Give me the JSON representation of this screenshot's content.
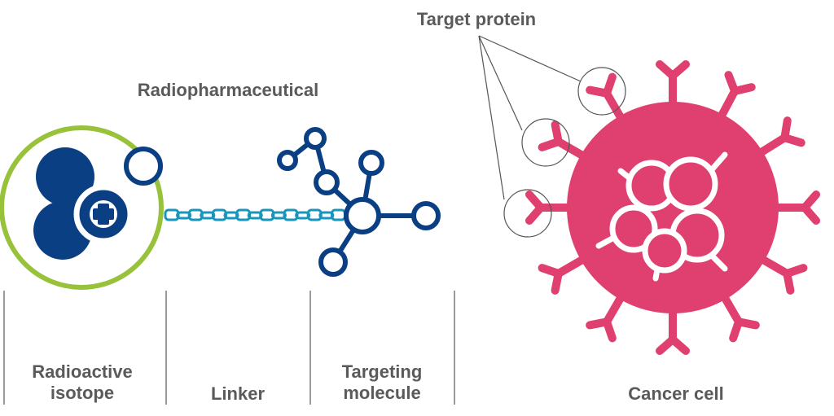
{
  "title": "Radiopharmaceutical",
  "labels": {
    "isotope": [
      "Radioactive",
      "isotope"
    ],
    "linker": "Linker",
    "targeting": [
      "Targeting",
      "molecule"
    ],
    "cancer_cell": "Cancer cell",
    "target_protein": "Target protein"
  },
  "colors": {
    "navy": "#0b3f84",
    "lime": "#97c23a",
    "teal": "#1a95bb",
    "pink": "#e0406f",
    "text": "#5a5a5a",
    "divider": "#9a9a9a"
  },
  "icons": {
    "isotope": "atom-with-plus-icon",
    "linker": "chain-icon",
    "targeting": "molecule-network-icon",
    "cell": "spiky-cancer-cell-icon"
  }
}
